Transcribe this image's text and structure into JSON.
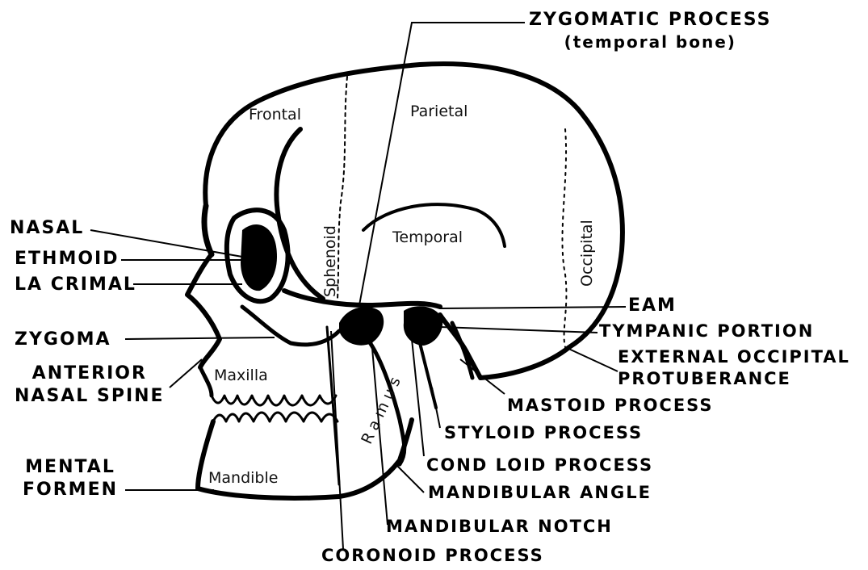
{
  "labels": {
    "zygomatic_process_line1": "ZYGOMATIC PROCESS",
    "zygomatic_process_line2": "(temporal bone)",
    "nasal": "NASAL",
    "ethmoid": "ETHMOID",
    "lacrimal": "LA CRIMAL",
    "zygoma": "ZYGOMA",
    "anterior_nasal_spine_line1": "ANTERIOR",
    "anterior_nasal_spine_line2": "NASAL SPINE",
    "mental_foramen_line1": "MENTAL",
    "mental_foramen_line2": "FORMEN",
    "eam": "EAM",
    "tympanic_portion": "TYMPANIC PORTION",
    "external_occipital_line1": "EXTERNAL OCCIPITAL",
    "external_occipital_line2": "PROTUBERANCE",
    "mastoid_process": "MASTOID PROCESS",
    "styloid_process": "STYLOID PROCESS",
    "condyloid_process": "COND LOID PROCESS",
    "mandibular_angle": "MANDIBULAR ANGLE",
    "mandibular_notch": "MANDIBULAR NOTCH",
    "coronoid_process": "CORONOID PROCESS"
  },
  "bones": {
    "frontal": "Frontal",
    "parietal": "Parietal",
    "temporal": "Temporal",
    "sphenoid": "Sphenoid",
    "occipital": "Occipital",
    "maxilla": "Maxilla",
    "mandible": "Mandible",
    "ramus": "Ramus"
  }
}
